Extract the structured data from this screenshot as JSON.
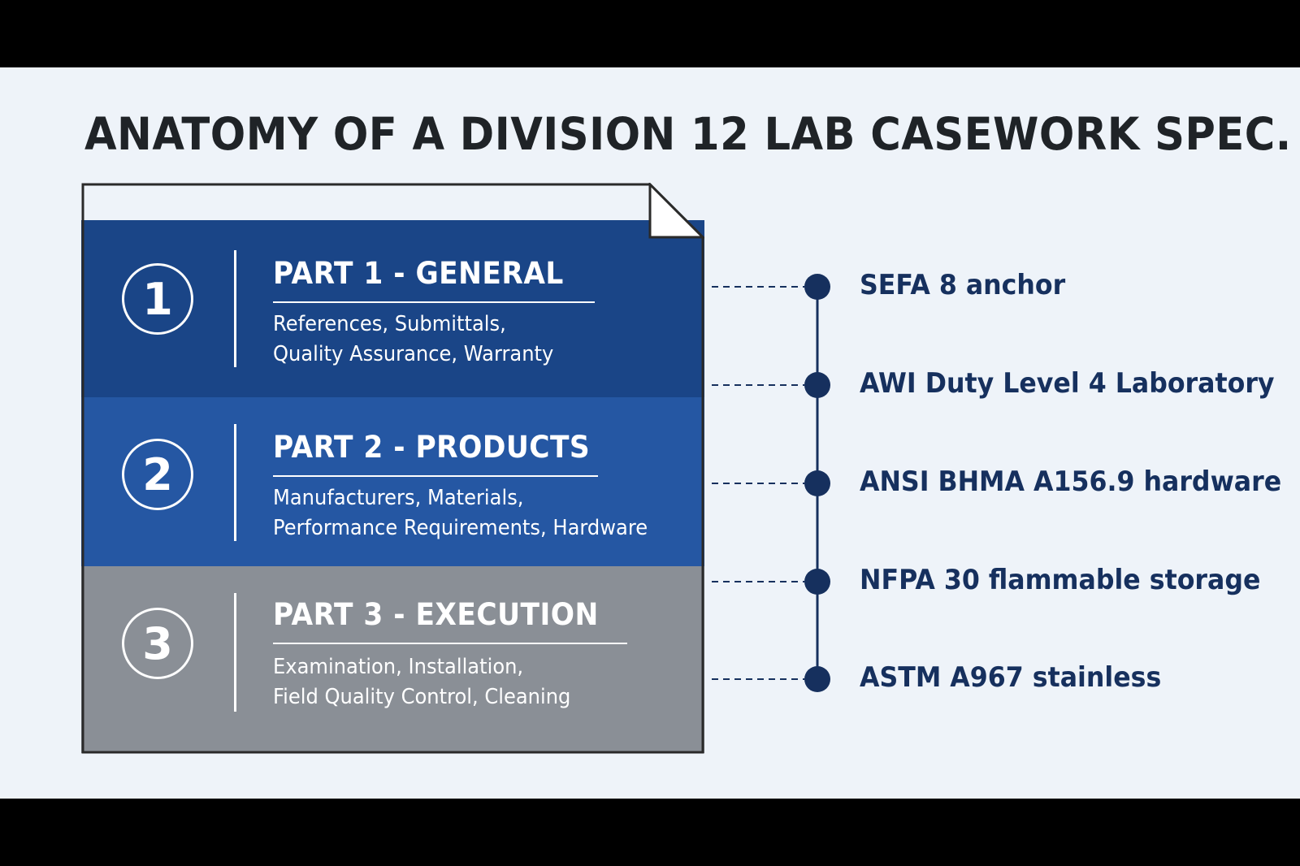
{
  "title": "ANATOMY OF A DIVISION 12 LAB CASEWORK SPEC.",
  "parts": [
    {
      "number": "1",
      "title": "PART 1 - GENERAL",
      "desc_lines": [
        "References, Submittals,",
        "Quality Assurance, Warranty"
      ],
      "color": "#1a4587"
    },
    {
      "number": "2",
      "title": "PART 2 - PRODUCTS",
      "desc_lines": [
        "Manufacturers, Materials,",
        "Performance Requirements, Hardware"
      ],
      "color": "#2557a3"
    },
    {
      "number": "3",
      "title": "PART 3 - EXECUTION",
      "desc_lines": [
        "Examination, Installation,",
        "Field Quality Control, Cleaning"
      ],
      "color": "#8a8f96"
    }
  ],
  "references": [
    "SEFA 8 anchor",
    "AWI Duty Level 4 Laboratory",
    "ANSI BHMA A156.9 hardware",
    "NFPA 30 flammable storage",
    "ASTM A967 stainless"
  ],
  "colors": {
    "background": "#eef3f9",
    "title": "#1f2327",
    "accent_dark": "#16305e",
    "document_border": "#2a2a2a"
  }
}
